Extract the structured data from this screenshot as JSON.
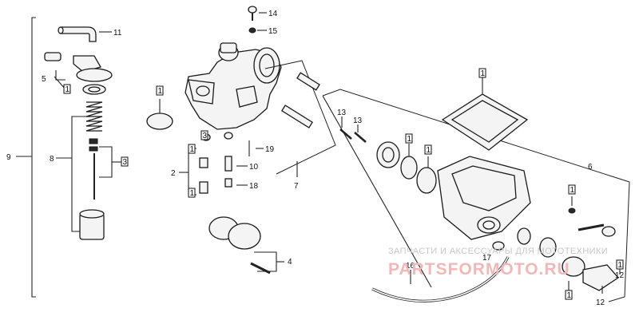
{
  "diagram": {
    "callouts": [
      "14",
      "15",
      "11",
      "5",
      "1",
      "9",
      "8",
      "3",
      "1",
      "1",
      "2",
      "3",
      "19",
      "10",
      "18",
      "1",
      "7",
      "13",
      "13",
      "1",
      "1",
      "1",
      "6",
      "1",
      "4",
      "17",
      "16",
      "1",
      "1",
      "12",
      "12"
    ],
    "watermark": {
      "caption": "ЗАПЧАСТИ И АКСЕССУАРЫ ДЛЯ МОТОТЕХНИКИ",
      "logo": "PARTSFORMOTO.RU"
    }
  }
}
